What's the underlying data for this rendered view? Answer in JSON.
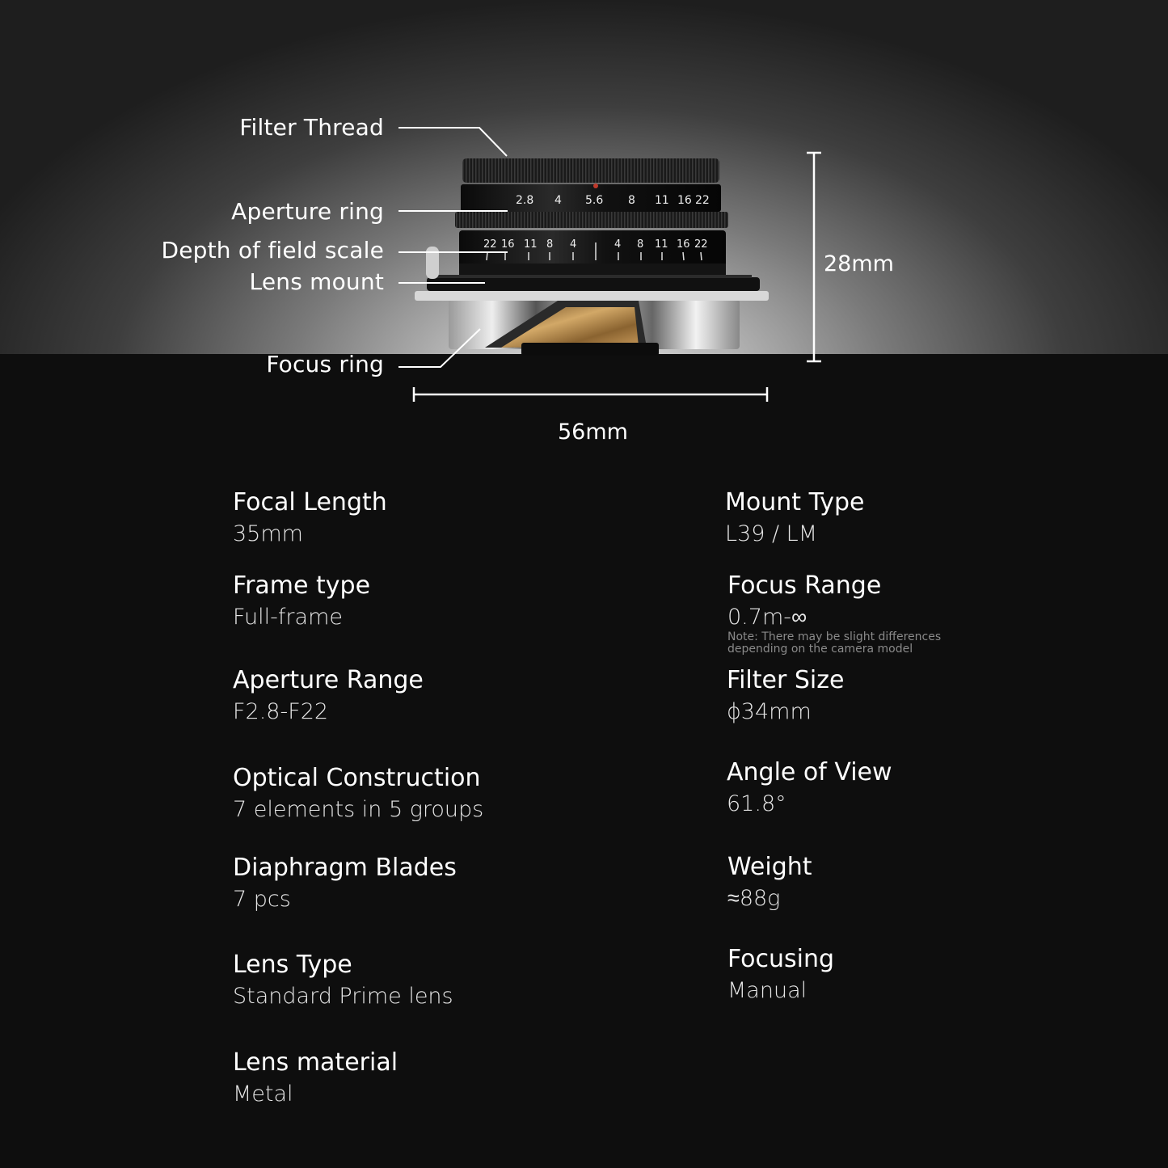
{
  "diagram": {
    "callouts": {
      "filter_thread": "Filter Thread",
      "aperture_ring": "Aperture ring",
      "dof_scale": "Depth of field scale",
      "lens_mount": "Lens mount",
      "focus_ring": "Focus ring"
    },
    "dimensions": {
      "height": "28mm",
      "width": "56mm"
    },
    "aperture_markings": [
      "2.8",
      "4",
      "5.6",
      "8",
      "11",
      "16",
      "22"
    ],
    "dof_markings": [
      "22",
      "16",
      "11",
      "8",
      "4",
      "4",
      "8",
      "11",
      "16",
      "22"
    ],
    "colors": {
      "index_dot": "#c0392b",
      "brass": "#b58a4a"
    }
  },
  "specs": {
    "left": [
      {
        "title": "Focal Length",
        "value": "35mm"
      },
      {
        "title": "Frame type",
        "value": "Full-frame"
      },
      {
        "title": "Aperture Range",
        "value": "F2.8-F22"
      },
      {
        "title": "Optical Construction",
        "value": "7 elements in 5 groups"
      },
      {
        "title": "Diaphragm Blades",
        "value": "7 pcs"
      },
      {
        "title": "Lens Type",
        "value": "Standard Prime lens"
      },
      {
        "title": "Lens material",
        "value": "Metal"
      }
    ],
    "right": [
      {
        "title": "Mount Type",
        "value": "L39 / LM"
      },
      {
        "title": "Focus Range",
        "value": "0.7m-∞",
        "note_line1": "Note: There may be slight differences",
        "note_line2": "depending on the camera model"
      },
      {
        "title": "Filter Size",
        "value": "ϕ34mm"
      },
      {
        "title": "Angle of View",
        "value": "61.8°"
      },
      {
        "title": "Weight",
        "value": "≈88g"
      },
      {
        "title": "Focusing",
        "value": "Manual"
      }
    ]
  }
}
